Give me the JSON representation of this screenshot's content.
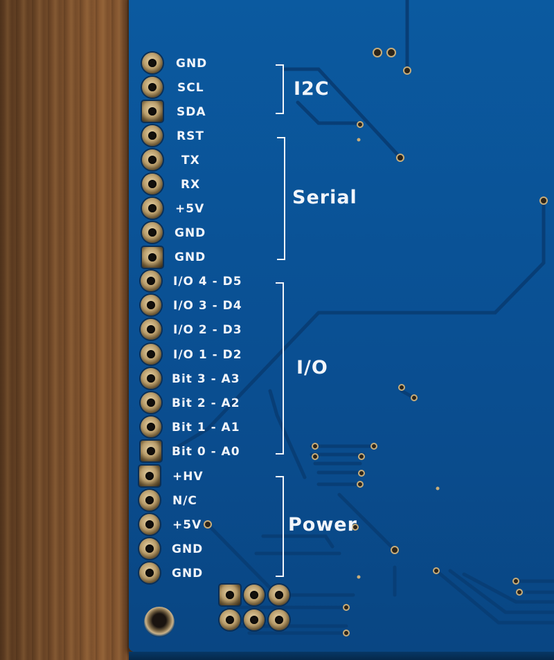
{
  "pins": [
    {
      "label": "GND"
    },
    {
      "label": "SCL"
    },
    {
      "label": "SDA"
    },
    {
      "label": "RST"
    },
    {
      "label": "TX"
    },
    {
      "label": "RX"
    },
    {
      "label": "+5V"
    },
    {
      "label": "GND"
    },
    {
      "label": "GND"
    },
    {
      "label": "I/O 4 - D5"
    },
    {
      "label": "I/O 3 - D4"
    },
    {
      "label": "I/O 2 - D3"
    },
    {
      "label": "I/O 1 - D2"
    },
    {
      "label": "Bit 3 - A3"
    },
    {
      "label": "Bit 2 - A2"
    },
    {
      "label": "Bit 1 - A1"
    },
    {
      "label": "Bit 0 - A0"
    },
    {
      "label": "+HV"
    },
    {
      "label": "N/C"
    },
    {
      "label": "+5V"
    },
    {
      "label": "GND"
    },
    {
      "label": "GND"
    }
  ],
  "groups": [
    {
      "label": "I2C"
    },
    {
      "label": "Serial"
    },
    {
      "label": "I/O"
    },
    {
      "label": "Power"
    }
  ],
  "colors": {
    "board": "#0a4f92",
    "silkscreen": "#f2f5fa",
    "pad": "#c8ad7a",
    "wood": "#8a5a32"
  }
}
